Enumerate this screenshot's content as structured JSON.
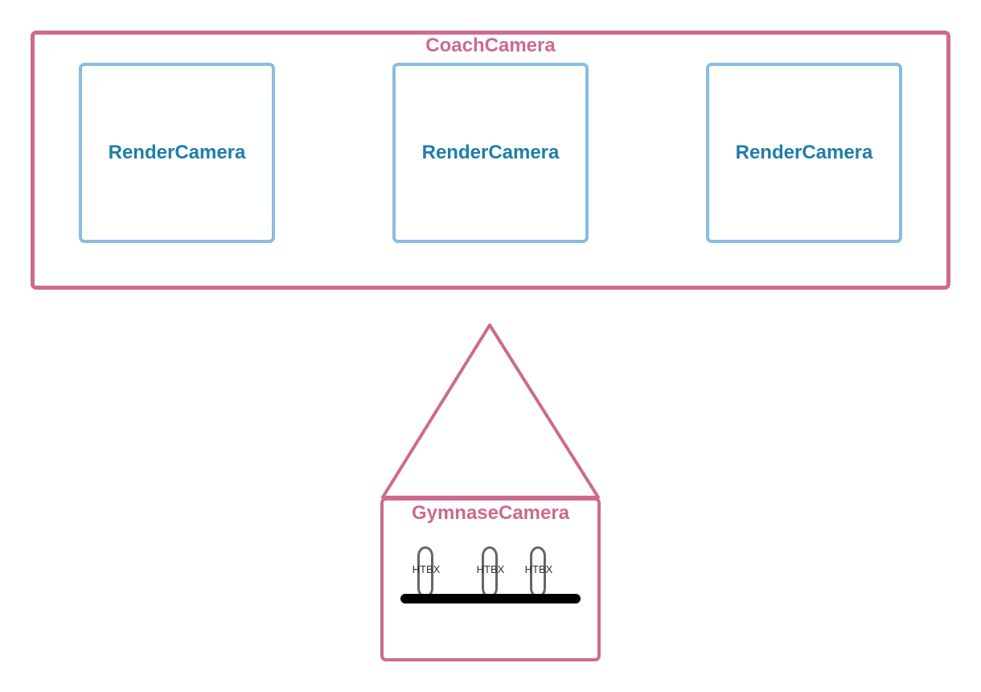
{
  "coach_camera": {
    "label": "CoachCamera",
    "render_cameras": [
      {
        "label": "RenderCamera"
      },
      {
        "label": "RenderCamera"
      },
      {
        "label": "RenderCamera"
      }
    ]
  },
  "gymnase_camera": {
    "label": "GymnaseCamera",
    "htbx_items": [
      {
        "label": "HTBX"
      },
      {
        "label": "HTBX"
      },
      {
        "label": "HTBX"
      }
    ]
  },
  "colors": {
    "coach_border": "#cc6b8e",
    "render_border": "#88bde0",
    "render_text": "#1f7ea8",
    "htbx_border": "#666666",
    "bar": "#000000"
  }
}
